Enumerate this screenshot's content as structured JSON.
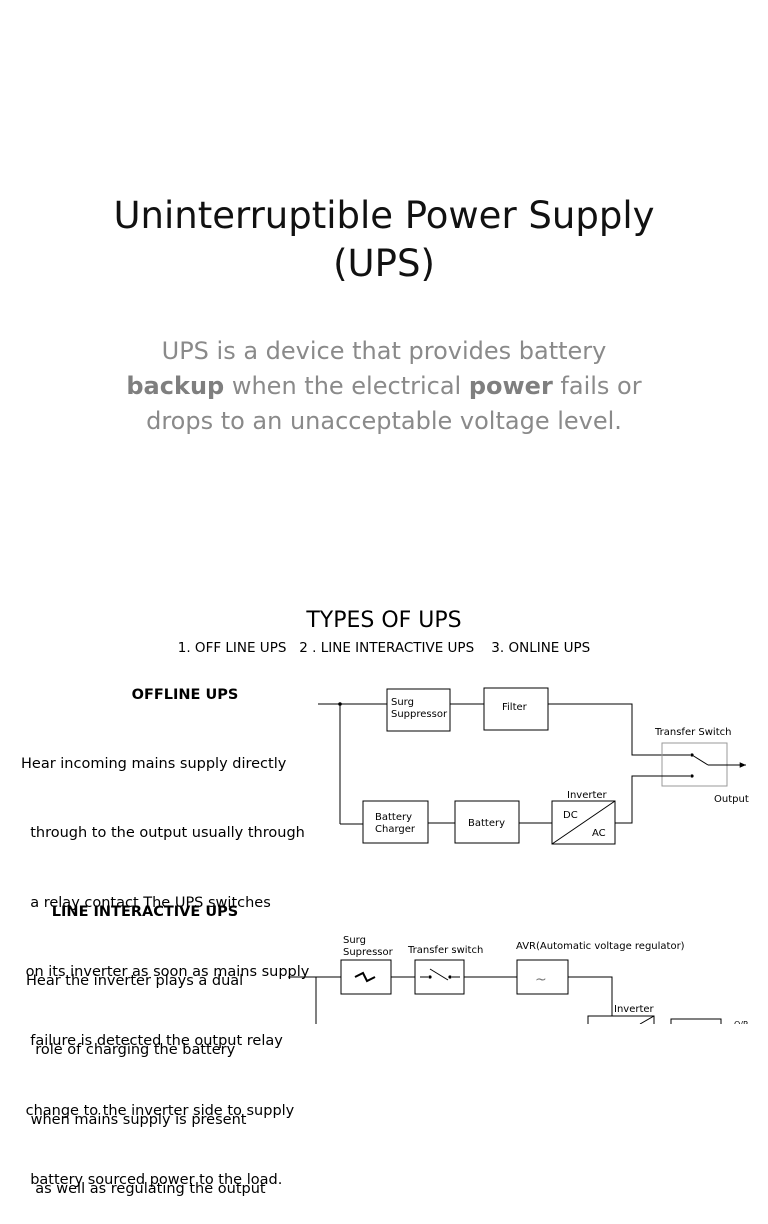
{
  "title": {
    "line1": "Uninterruptible Power Supply",
    "line2": "(UPS)"
  },
  "subtitle": {
    "part1": "UPS is a device that provides battery",
    "bold1": "backup",
    "part2": " when the electrical ",
    "bold2": "power",
    "part3": " fails or",
    "line3": "drops to an unacceptable voltage level."
  },
  "types": {
    "heading": "TYPES OF UPS",
    "list": "1. OFF LINE UPS   2 . LINE INTERACTIVE UPS    3. ONLINE UPS"
  },
  "offline": {
    "heading": "OFFLINE UPS",
    "lines": [
      "Hear incoming mains supply directly",
      "  through to the output usually through",
      "  a relay contact The UPS switches",
      " on its inverter as soon as mains supply",
      "  failure is detected the output relay",
      " change to the inverter side to supply",
      "  battery sourced power to the load."
    ],
    "diagram": {
      "surge_label_1": "Surg",
      "surge_label_2": "Suppressor",
      "filter_label": "Filter",
      "transfer_switch_label": "Transfer Switch",
      "output_label": "Output",
      "charger_label_1": "Battery",
      "charger_label_2": "Charger",
      "battery_label": "Battery",
      "inverter_label": "Inverter",
      "dc_label": "DC",
      "ac_label": "AC"
    }
  },
  "line_interactive": {
    "heading": "LINE INTERACTIVE UPS",
    "lines": [
      "Hear the inverter plays a dual",
      "  role of charging the battery",
      " when mains supply is present",
      "  as well as regulating the output"
    ],
    "diagram": {
      "surge_label_1": "Surg",
      "surge_label_2": "Supressor",
      "transfer_switch_label": "Transfer switch",
      "avr_label": "AVR(Automatic voltage regulator)",
      "inverter_label": "Inverter",
      "tilde_symbol": "~"
    }
  }
}
